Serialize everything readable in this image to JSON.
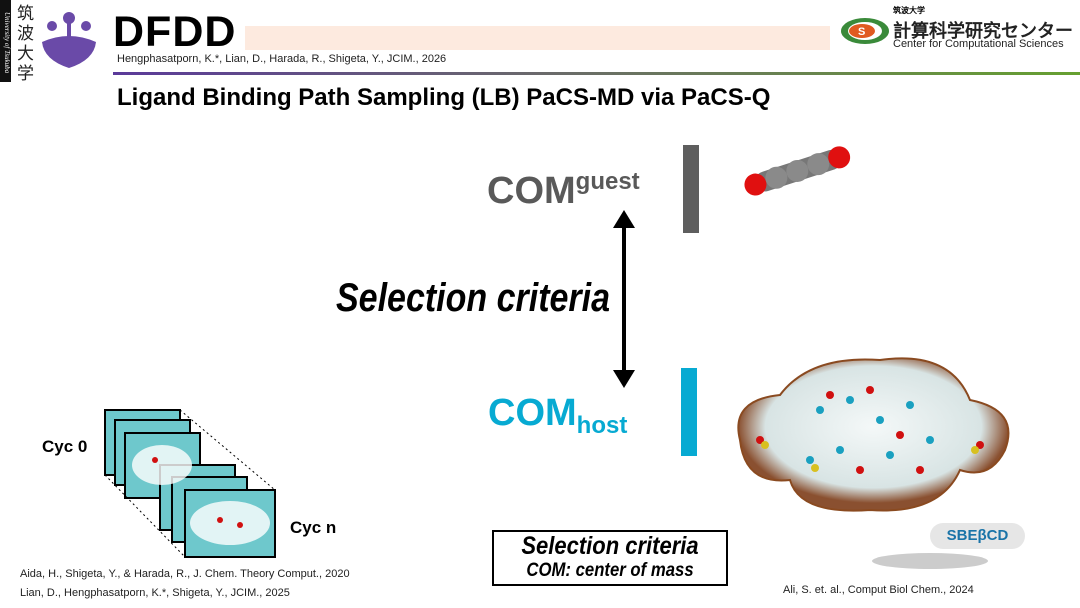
{
  "header": {
    "university_vertical": "University of Tsukuba",
    "university_kanji": "筑波大学",
    "logo": "DFDD",
    "citation": "Hengphasatporn, K.*, Lian, D., Harada, R., Shigeta, Y., JCIM., 2026",
    "ccs_small": "筑波大学",
    "ccs_jp": "計算科学研究センター",
    "ccs_en": "Center for Computational Sciences"
  },
  "title": "Ligand Binding Path Sampling (LB) PaCS-MD via PaCS-Q",
  "diagram": {
    "com_guest_main": "COM",
    "com_guest_sup": "guest",
    "com_host_main": "COM",
    "com_host_sub": "host",
    "selection": "Selection criteria",
    "cyc0": "Cyc 0",
    "cycn": "Cyc n",
    "box_line1": "Selection criteria",
    "box_line2": "COM: center of mass",
    "host_label": "SBEβCD"
  },
  "citations": {
    "left1": "Aida, H., Shigeta, Y., & Harada, R., J. Chem. Theory Comput., 2020",
    "left2": "Lian, D., Hengphasatporn, K.*, Shigeta, Y., JCIM., 2025",
    "right": "Ali, S. et. al., Comput Biol Chem., 2024"
  },
  "colors": {
    "host": "#07aad2",
    "guest": "#595959",
    "peach": "#fdeadf"
  }
}
